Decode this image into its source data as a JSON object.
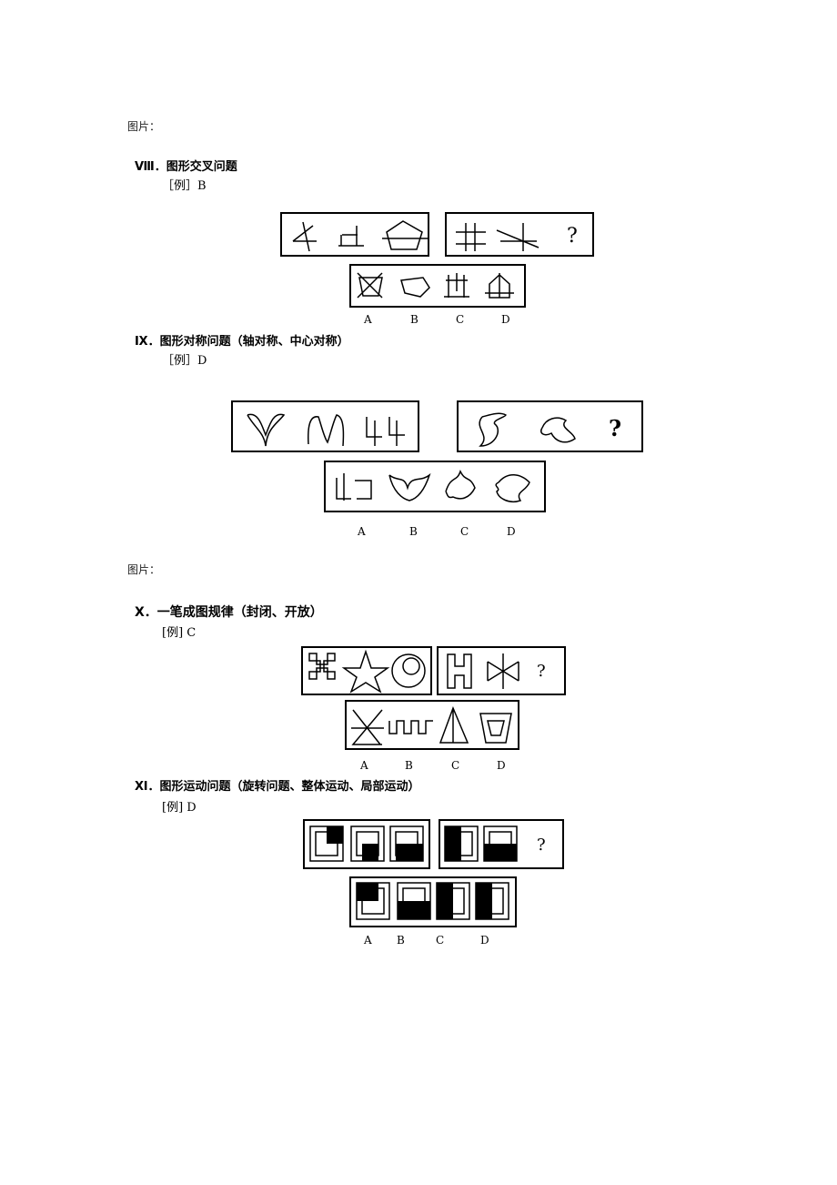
{
  "page": {
    "caption_1": "图片：",
    "caption_2": "图片："
  },
  "sections": [
    {
      "title": "Ⅷ．图形交叉问题",
      "example": "［例］B",
      "options": [
        "A",
        "B",
        "C",
        "D"
      ],
      "question_mark": "?"
    },
    {
      "title": "Ⅸ．图形对称问题（轴对称、中心对称）",
      "example": "［例］D",
      "options": [
        "A",
        "B",
        "C",
        "D"
      ],
      "question_mark": "?"
    },
    {
      "title": "Ⅹ．一笔成图规律（封闭、开放）",
      "example": "[例] C",
      "options": [
        "A",
        "B",
        "C",
        "D"
      ],
      "question_mark": "?"
    },
    {
      "title": "Ⅺ．图形运动问题（旋转问题、整体运动、局部运动）",
      "example": "[例] D",
      "options": [
        "A",
        "B",
        "C",
        "D"
      ],
      "question_mark": "?"
    }
  ]
}
